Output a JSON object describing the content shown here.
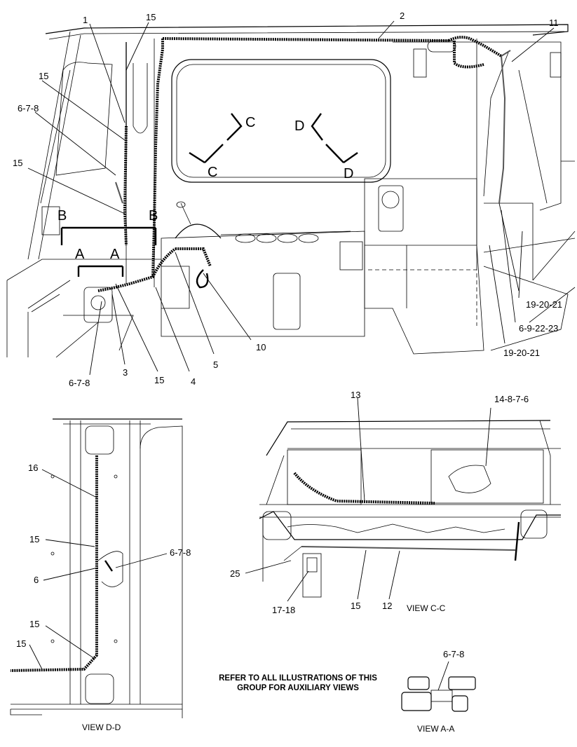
{
  "labels": {
    "main": {
      "l1": "1",
      "l15a": "15",
      "l2": "2",
      "l11": "11",
      "l15b": "15",
      "l678a": "6-7-8",
      "l15c": "15",
      "l19a": "19-20-21",
      "l692223": "6-9-22-23",
      "l19b": "19-20-21",
      "l678b": "6-7-8",
      "l3": "3",
      "l15d": "15",
      "l4": "4",
      "l5": "5",
      "l10": "10"
    },
    "sections": {
      "C1": "C",
      "C2": "C",
      "D1": "D",
      "D2": "D",
      "B1": "B",
      "B2": "B",
      "A1": "A",
      "A2": "A"
    },
    "view_dd": {
      "l16": "16",
      "l15a": "15",
      "l6": "6",
      "l678": "6-7-8",
      "l15b": "15",
      "l15c": "15",
      "caption": "VIEW D-D"
    },
    "view_cc": {
      "l13": "13",
      "l14876": "14-8-7-6",
      "l25": "25",
      "l1718": "17-18",
      "l15": "15",
      "l12": "12",
      "caption": "VIEW C-C"
    },
    "view_aa": {
      "l678": "6-7-8",
      "caption": "VIEW A-A"
    },
    "note": "REFER TO ALL ILLUSTRATIONS OF THIS GROUP FOR AUXILIARY VIEWS"
  }
}
